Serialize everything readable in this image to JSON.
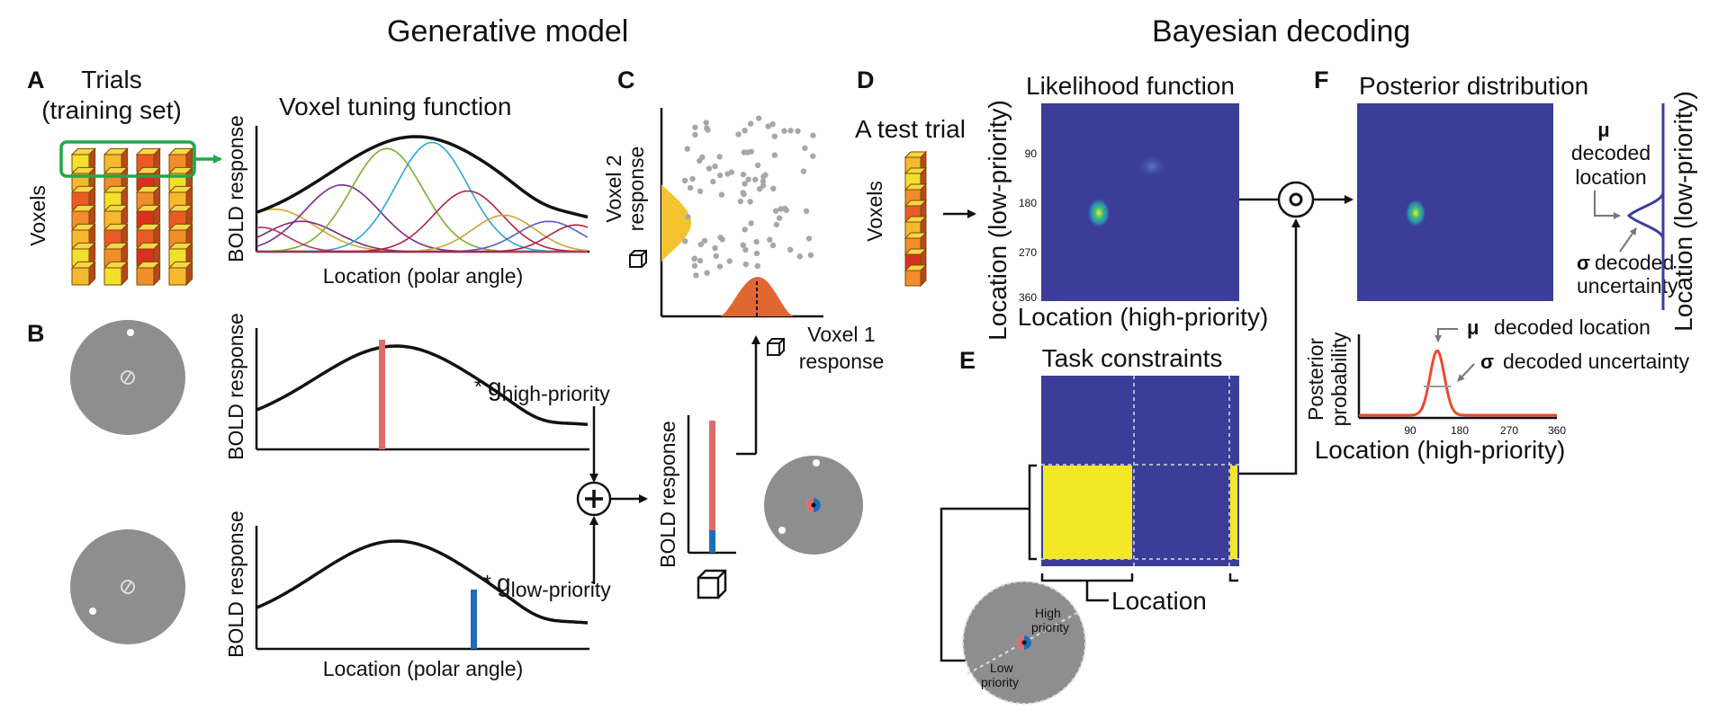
{
  "headings": {
    "generative": "Generative model",
    "bayesian": "Bayesian decoding"
  },
  "panels": {
    "A": {
      "letter": "A",
      "trials_line1": "Trials",
      "trials_line2": "(training set)",
      "voxels_label": "Voxels",
      "tuning_title": "Voxel tuning function",
      "ylabel": "BOLD response",
      "xlabel": "Location (polar angle)"
    },
    "B": {
      "letter": "B",
      "ylabel_top": "BOLD response",
      "ylabel_bottom": "BOLD response",
      "gain_high_base": "g",
      "gain_high_sub": "high-priority",
      "gain_low_base": "g",
      "gain_low_sub": "low-priority",
      "star": "*",
      "xlabel": "Location (polar angle)",
      "bar_ylabel": "BOLD response"
    },
    "C": {
      "letter": "C",
      "ylabel_line1": "Voxel 2",
      "ylabel_line2": "response",
      "xlabel_line1": "Voxel 1",
      "xlabel_line2": "response"
    },
    "D": {
      "letter": "D",
      "test_trial": "A test trial",
      "voxels_label": "Voxels",
      "likelihood_title": "Likelihood function",
      "ylabel": "Location (low-priority)",
      "xlabel": "Location (high-priority)",
      "yticks": [
        "90",
        "180",
        "270",
        "360"
      ]
    },
    "E": {
      "letter": "E",
      "title": "Task constraints",
      "location_label": "Location",
      "high_priority_line1": "High",
      "high_priority_line2": "priority",
      "low_priority_line1": "Low",
      "low_priority_line2": "priority"
    },
    "F": {
      "letter": "F",
      "title": "Posterior distribution",
      "mu": "μ",
      "decoded_location_line1": "decoded",
      "decoded_location_line2": "location",
      "sigma": "σ",
      "decoded_uncertainty_line1": "decoded",
      "decoded_uncertainty_line2": "uncertainty",
      "side_ylabel": "Location (low-priority)",
      "posterior_ylabel_line1": "Posterior",
      "posterior_ylabel_line2": "probability",
      "posterior_xlabel": "Location (high-priority)",
      "mu_text": "decoded location",
      "sigma_text": "decoded uncertainty",
      "xticks": [
        "90",
        "180",
        "270",
        "360"
      ]
    }
  },
  "colors": {
    "heatmap_bg": "#3b3d98",
    "heatmap_yellow": "#f2e825",
    "posterior_curve": "#ea4a2f",
    "high_priority_bar": "#e06b6b",
    "low_priority_bar": "#1b6fb8",
    "green_arrow": "#1fa84a",
    "dot_gray": "#a7a7a7",
    "disk_gray": "#8e8e8e"
  }
}
